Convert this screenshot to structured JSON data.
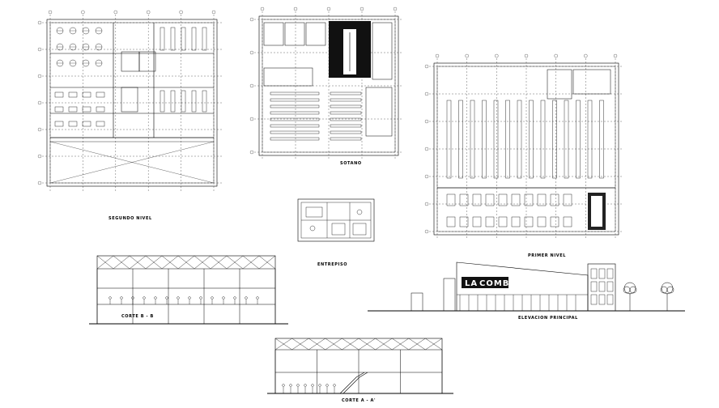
{
  "drawing": {
    "labels": {
      "first_floor": "SEGUNDO NIVEL",
      "basement": "SOTANO",
      "mezzanine": "ENTREPISO",
      "ground_floor": "PRIMER NIVEL",
      "section_bb": "CORTE B - B",
      "section_aa": "CORTE A - A'",
      "main_elevation": "ELEVACION PRINCIPAL"
    },
    "signage": {
      "store_name_left": "LA",
      "store_name_right": "COMBO"
    }
  },
  "colors": {
    "line": "#000000",
    "background": "#ffffff"
  }
}
